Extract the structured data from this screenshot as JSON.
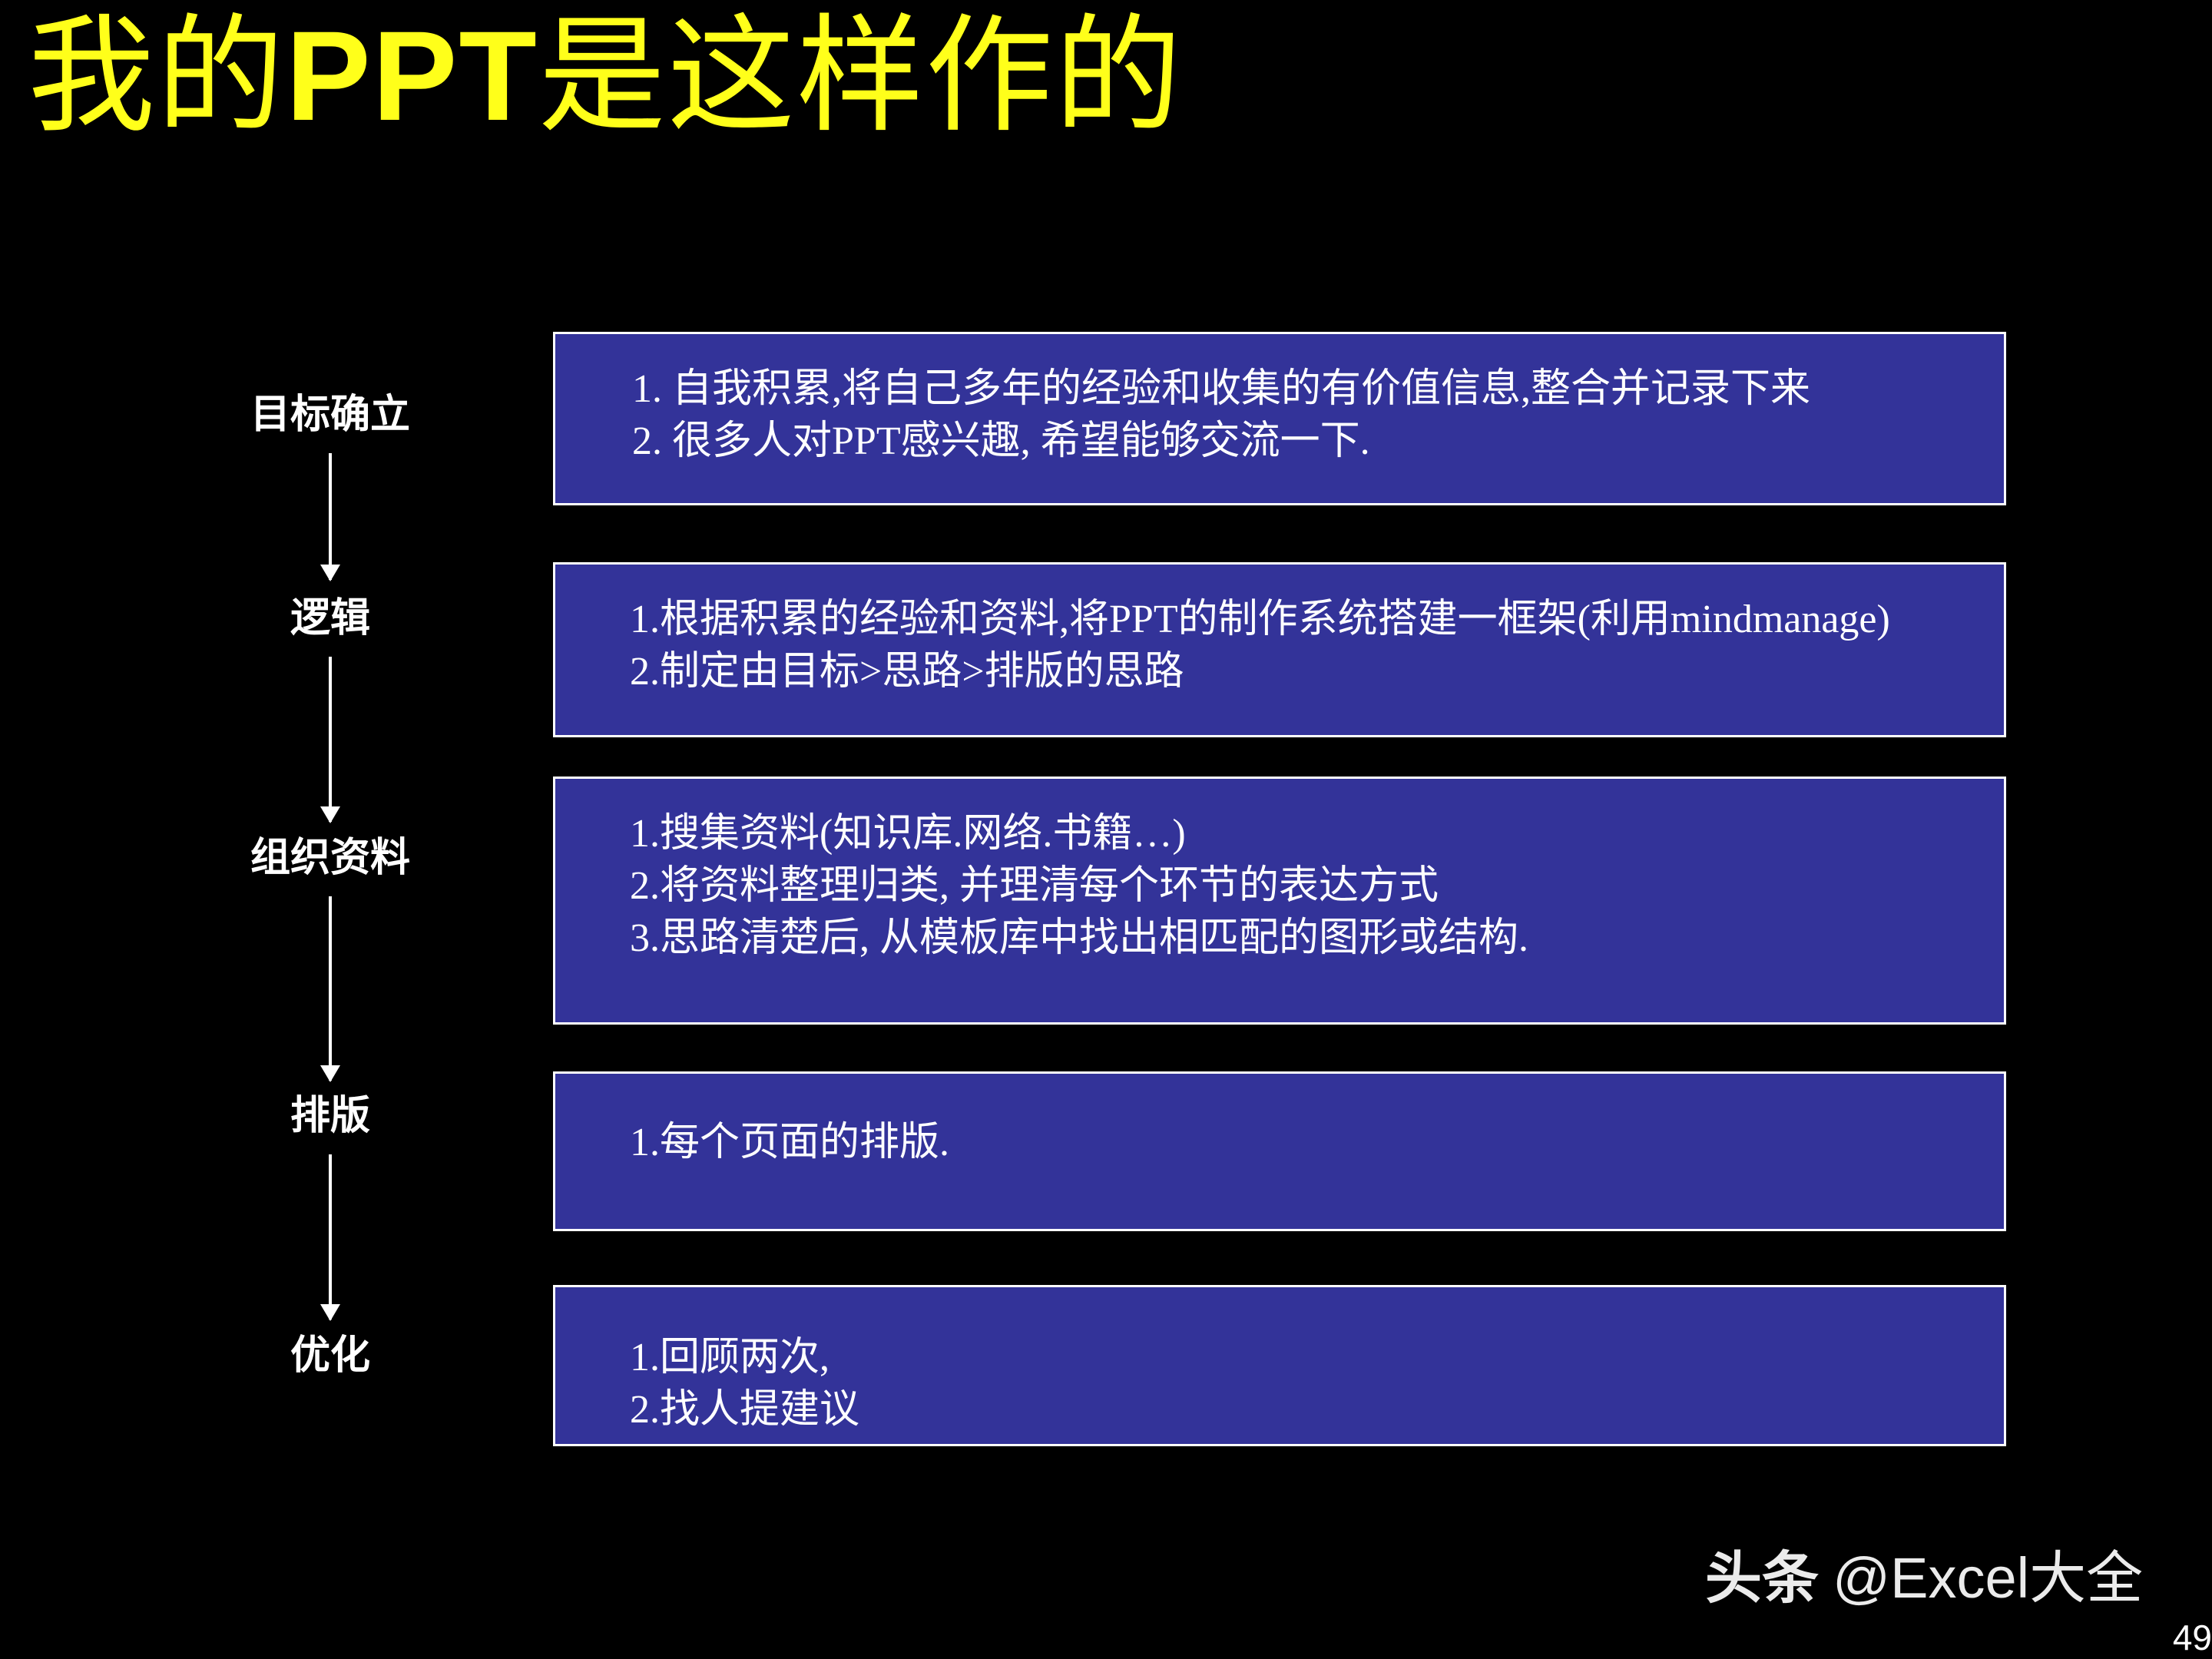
{
  "title": {
    "prefix": "我的",
    "emphasis": "PPT",
    "suffix": "是这样作的"
  },
  "steps": [
    {
      "label": "目标确立",
      "lines": [
        "1. 自我积累,将自己多年的经验和收集的有价值信息,整合并记录下来",
        "2. 很多人对PPT感兴趣, 希望能够交流一下."
      ]
    },
    {
      "label": "逻辑",
      "lines": [
        "1.根据积累的经验和资料,将PPT的制作系统搭建一框架(利用mindmanage)",
        "2.制定由目标>思路>排版的思路"
      ]
    },
    {
      "label": "组织资料",
      "lines": [
        "1.搜集资料(知识库.网络.书籍…)",
        "2.将资料整理归类, 并理清每个环节的表达方式",
        "3.思路清楚后, 从模板库中找出相匹配的图形或结构."
      ]
    },
    {
      "label": "排版",
      "lines": [
        "1.每个页面的排版."
      ]
    },
    {
      "label": "优化",
      "lines": [
        "1.回顾两次,",
        "2.找人提建议"
      ]
    }
  ],
  "watermark": {
    "brand": "头条",
    "handle": "@Excel大全"
  },
  "page_number": "49",
  "colors": {
    "background": "#000000",
    "title": "#FFFF1A",
    "box_fill": "#333399",
    "box_border": "#FFFFFF",
    "text": "#FFFFFF"
  }
}
